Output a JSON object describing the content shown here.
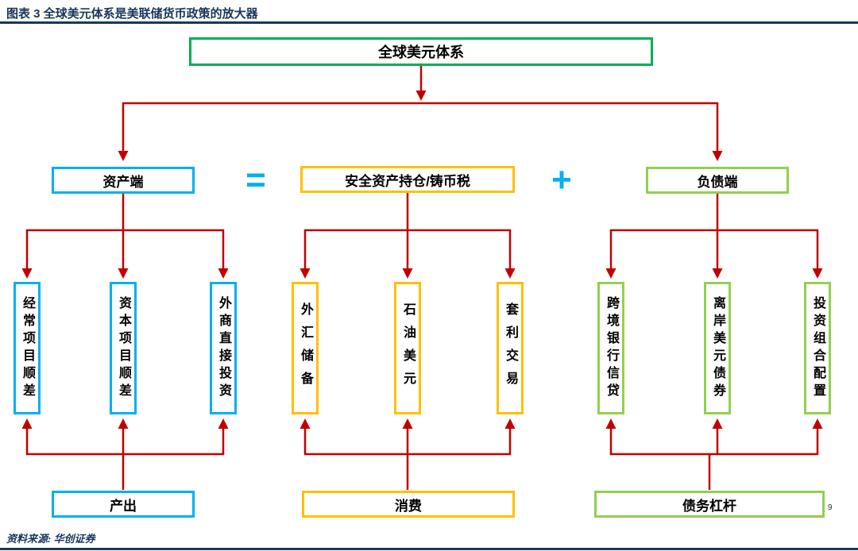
{
  "header": {
    "title": "图表 3 全球美元体系是美联储货币政策的放大器"
  },
  "colors": {
    "navy": "#17365D",
    "arrow_red": "#C00000",
    "root_green": "#00B050",
    "asset_blue": "#00B0F0",
    "safe_orange": "#FFC000",
    "liability_green": "#92D050"
  },
  "diagram": {
    "root": "全球美元体系",
    "operators": {
      "equals": "=",
      "plus": "+"
    },
    "branches": [
      {
        "label": "资产端",
        "children": [
          "经常项目顺差",
          "资本项目顺差",
          "外商直接投资"
        ],
        "base": "产出"
      },
      {
        "label": "安全资产持仓/铸币税",
        "children": [
          "外汇储备",
          "石油美元",
          "套利交易"
        ],
        "base": "消费"
      },
      {
        "label": "负债端",
        "children": [
          "跨境银行信贷",
          "离岸美元债券",
          "投资组合配置"
        ],
        "base": "债务杠杆"
      }
    ],
    "page_number": "9"
  },
  "footer": {
    "source": "资料来源: 华创证券"
  }
}
